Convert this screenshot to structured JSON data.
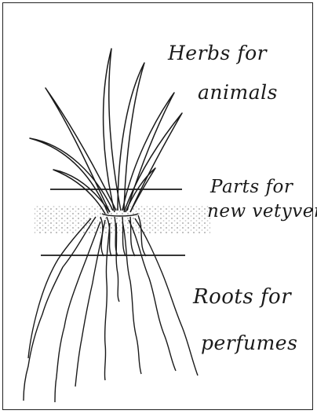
{
  "labels": {
    "herbs_line1": "Herbs for",
    "herbs_line2": "animals",
    "parts_line1": "Parts for",
    "parts_line2": "new vetyver",
    "roots_line1": "Roots for",
    "roots_line2": "perfumes"
  },
  "colors": {
    "ink": "#1a1a1a",
    "soil_dots": "#bcbcbc",
    "background": "#ffffff"
  }
}
